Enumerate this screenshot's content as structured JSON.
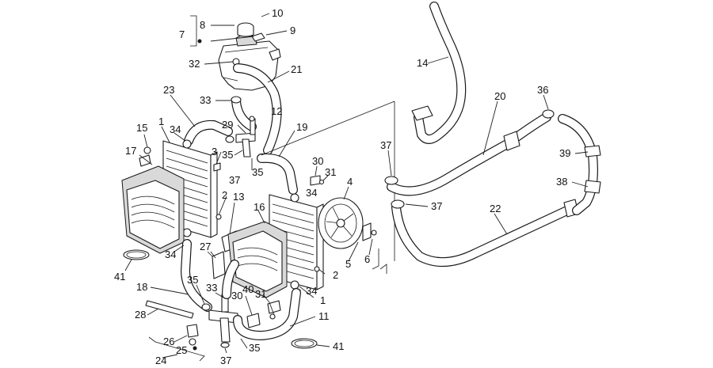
{
  "colors": {
    "ink": "#1a1a1a",
    "paper": "#ffffff",
    "shade": "#d9d9d9"
  },
  "callouts": [
    {
      "id": "c10a",
      "text": "10"
    },
    {
      "id": "c8",
      "text": "8"
    },
    {
      "id": "c9",
      "text": "9"
    },
    {
      "id": "c7",
      "text": "7"
    },
    {
      "id": "c32",
      "text": "32"
    },
    {
      "id": "c21",
      "text": "21"
    },
    {
      "id": "c23",
      "text": "23"
    },
    {
      "id": "c33a",
      "text": "33"
    },
    {
      "id": "c12",
      "text": "12"
    },
    {
      "id": "c15",
      "text": "15"
    },
    {
      "id": "c1a",
      "text": "1"
    },
    {
      "id": "c34a",
      "text": "34"
    },
    {
      "id": "c29",
      "text": "29"
    },
    {
      "id": "c19",
      "text": "19"
    },
    {
      "id": "c17",
      "text": "17"
    },
    {
      "id": "c3",
      "text": "3"
    },
    {
      "id": "c35a",
      "text": "35"
    },
    {
      "id": "c35b",
      "text": "35"
    },
    {
      "id": "c37a",
      "text": "37"
    },
    {
      "id": "c30a",
      "text": "30"
    },
    {
      "id": "c31a",
      "text": "31"
    },
    {
      "id": "c34b",
      "text": "34"
    },
    {
      "id": "c4",
      "text": "4"
    },
    {
      "id": "c2a",
      "text": "2"
    },
    {
      "id": "c13",
      "text": "13"
    },
    {
      "id": "c16",
      "text": "16"
    },
    {
      "id": "c5",
      "text": "5"
    },
    {
      "id": "c6",
      "text": "6"
    },
    {
      "id": "c34c",
      "text": "34"
    },
    {
      "id": "c27",
      "text": "27"
    },
    {
      "id": "c41a",
      "text": "41"
    },
    {
      "id": "c2b",
      "text": "2"
    },
    {
      "id": "c35c",
      "text": "35"
    },
    {
      "id": "c33b",
      "text": "33"
    },
    {
      "id": "c40",
      "text": "40"
    },
    {
      "id": "c30b",
      "text": "30"
    },
    {
      "id": "c31b",
      "text": "31"
    },
    {
      "id": "c34d",
      "text": "34"
    },
    {
      "id": "c1b",
      "text": "1"
    },
    {
      "id": "c18",
      "text": "18"
    },
    {
      "id": "c28",
      "text": "28"
    },
    {
      "id": "c11",
      "text": "11"
    },
    {
      "id": "c26",
      "text": "26"
    },
    {
      "id": "c25",
      "text": "25"
    },
    {
      "id": "c35d",
      "text": "35"
    },
    {
      "id": "c41b",
      "text": "41"
    },
    {
      "id": "c24",
      "text": "24"
    },
    {
      "id": "c37b",
      "text": "37"
    },
    {
      "id": "c14",
      "text": "14"
    },
    {
      "id": "c20",
      "text": "20"
    },
    {
      "id": "c36",
      "text": "36"
    },
    {
      "id": "c37c",
      "text": "37"
    },
    {
      "id": "c39",
      "text": "39"
    },
    {
      "id": "c38",
      "text": "38"
    },
    {
      "id": "c37d",
      "text": "37"
    },
    {
      "id": "c22",
      "text": "22"
    }
  ]
}
